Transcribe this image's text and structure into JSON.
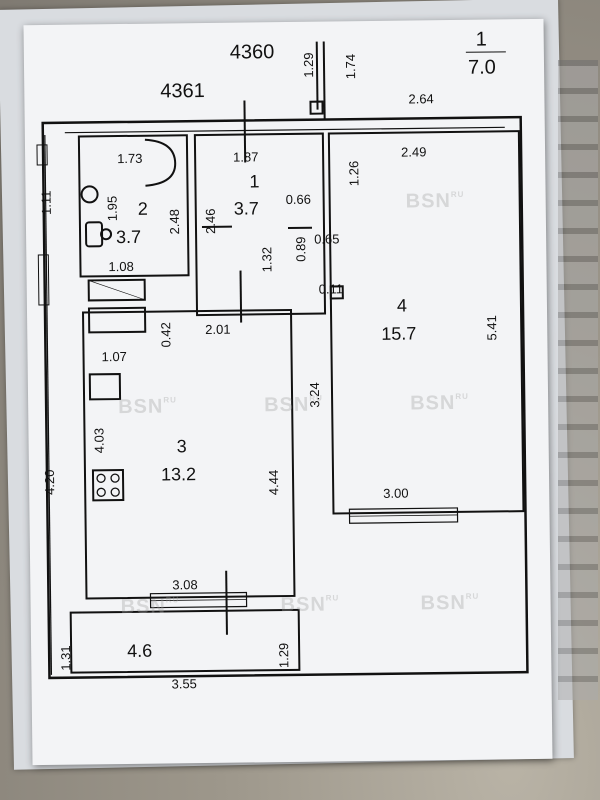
{
  "plan": {
    "building_numbers": [
      "4360",
      "4361"
    ],
    "top_right_fraction": {
      "numerator": "1",
      "denominator": "7.0"
    },
    "rooms": [
      {
        "id": "1",
        "area": "3.7"
      },
      {
        "id": "2",
        "area": "3.7"
      },
      {
        "id": "3",
        "area": "13.2"
      },
      {
        "id": "4",
        "area": "15.7"
      },
      {
        "id": "",
        "area": "4.6"
      }
    ],
    "dimensions": {
      "d_1_29": "1.29",
      "d_1_74": "1.74",
      "d_2_64": "2.64",
      "d_1_73": "1.73",
      "d_1_87": "1.87",
      "d_1_26": "1.26",
      "d_2_49": "2.49",
      "d_1_95": "1.95",
      "d_1_11": "1.11",
      "d_2_48": "2.48",
      "d_2_46": "2.46",
      "d_0_66": "0.66",
      "d_0_65": "0.65",
      "d_0_89": "0.89",
      "d_1_32": "1.32",
      "d_1_08": "1.08",
      "d_0_11": "0.11",
      "d_0_42": "0.42",
      "d_2_01": "2.01",
      "d_5_41": "5.41",
      "d_1_07": "1.07",
      "d_3_24": "3.24",
      "d_4_03": "4.03",
      "d_4_44": "4.44",
      "d_4_20": "4.20",
      "d_3_00": "3.00",
      "d_3_08": "3.08",
      "d_1_31": "1.31",
      "d_1_29_b": "1.29",
      "d_3_55": "3.55"
    },
    "watermark": {
      "text": "BSN",
      "suffix": "RU"
    }
  }
}
